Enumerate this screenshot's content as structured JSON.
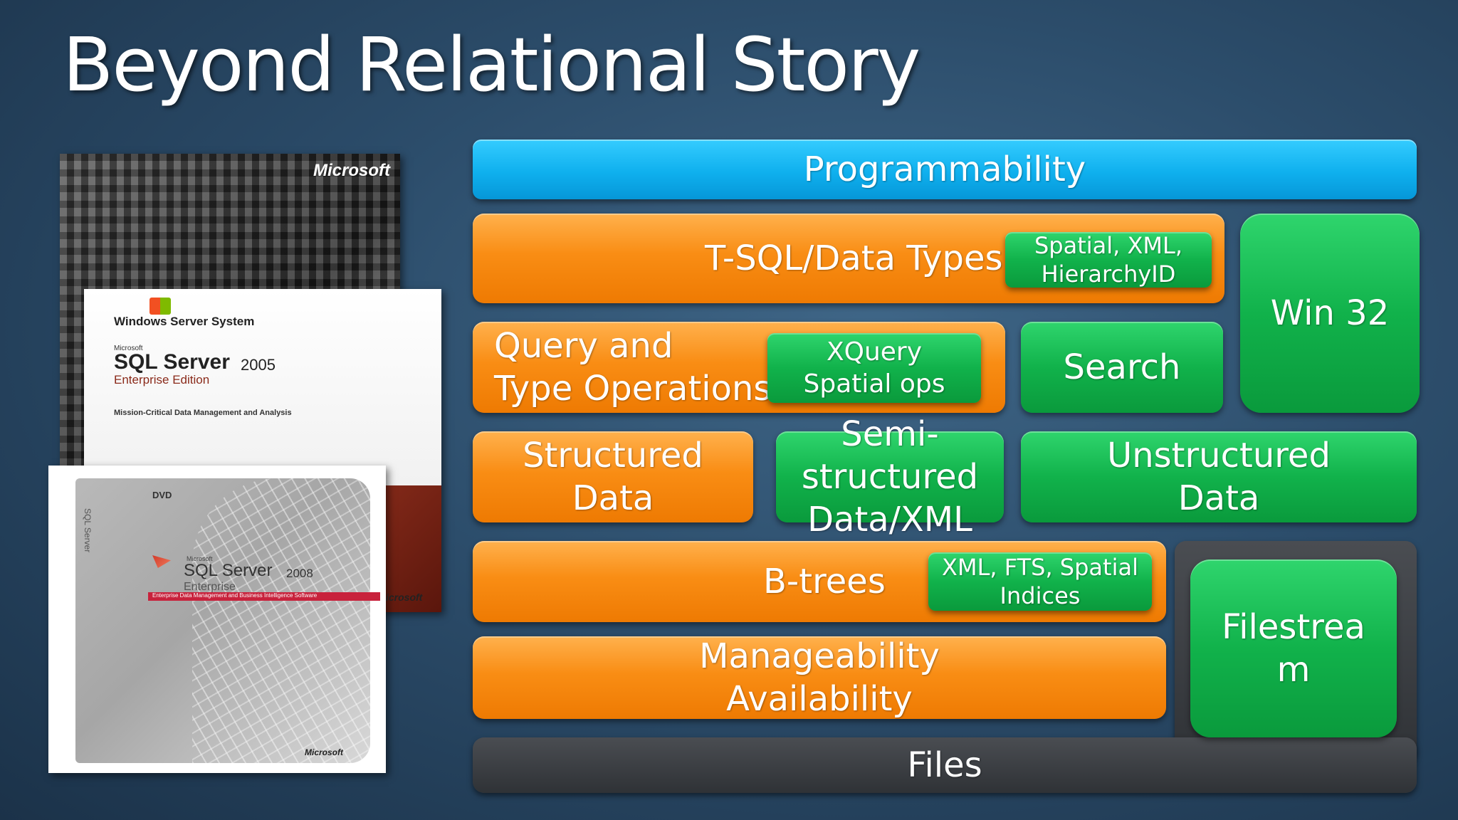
{
  "slide": {
    "title": "Beyond Relational Story"
  },
  "products": {
    "box2000": {
      "brand": "Microsoft"
    },
    "box2005": {
      "windows_server_system": "Windows Server System",
      "microsoft": "Microsoft",
      "product": "SQL Server",
      "version": "2005",
      "edition": "Enterprise Edition",
      "tagline": "Mission-Critical Data Management and Analysis"
    },
    "box2008": {
      "dvd": "DVD",
      "spine": "SQL Server",
      "microsoft": "Microsoft",
      "product": "SQL Server",
      "version": "2008",
      "edition": "Enterprise",
      "tagline": "Enterprise Data Management and Business Intelligence Software",
      "brand_bottom": "Microsoft",
      "brand_right": "icrosoft"
    }
  },
  "diagram": {
    "programmability": "Programmability",
    "tsql": "T-SQL/Data Types",
    "tsql_badge": "Spatial, XML,\nHierarchyID",
    "win32": "Win 32",
    "query_ops": "Query and\nType Operations",
    "query_badge": "XQuery\nSpatial ops",
    "search": "Search",
    "structured": "Structured\nData",
    "semistructured": "Semi-\nstructured\nData/XML",
    "unstructured": "Unstructured\nData",
    "btrees": "B-trees",
    "btrees_badge": "XML, FTS, Spatial\nIndices",
    "filestream": "Filestrea\nm",
    "manageability": "Manageability\nAvailability",
    "files": "Files"
  },
  "colors": {
    "orange": "#f98d14",
    "green": "#11b24b",
    "blue": "#0fb0ee",
    "dark": "#34373b"
  }
}
